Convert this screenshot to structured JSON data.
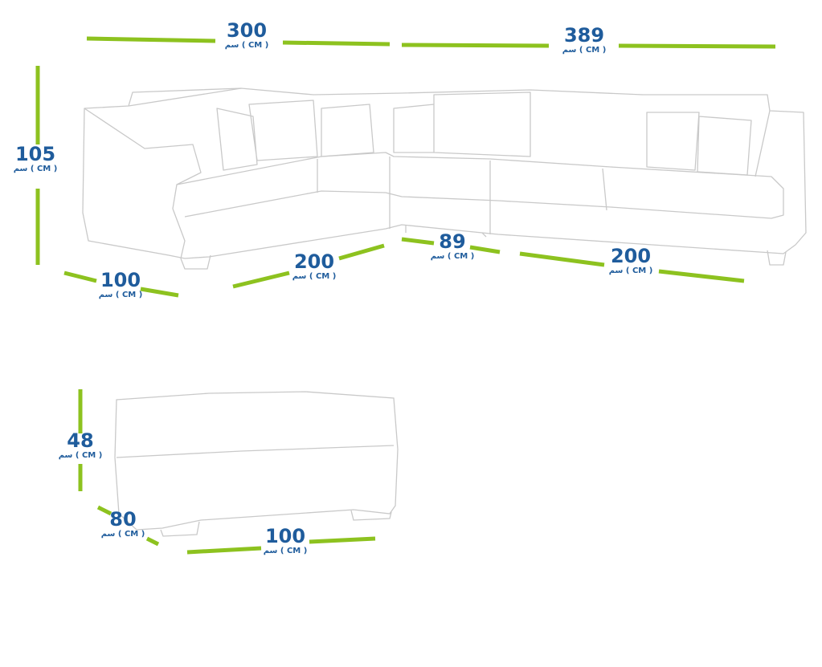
{
  "unit_label": "سم ( CM )",
  "colors": {
    "dimension_line": "#8dc21f",
    "dimension_text": "#1f5c9c",
    "sketch": "#c9c9c9"
  },
  "sofa": {
    "dimensions": [
      {
        "id": "top-left-width",
        "value": "300"
      },
      {
        "id": "top-right-width",
        "value": "389"
      },
      {
        "id": "height",
        "value": "105"
      },
      {
        "id": "arm-depth",
        "value": "100"
      },
      {
        "id": "left-seat",
        "value": "200"
      },
      {
        "id": "corner",
        "value": "89"
      },
      {
        "id": "right-seat",
        "value": "200"
      }
    ]
  },
  "ottoman": {
    "dimensions": [
      {
        "id": "height",
        "value": "48"
      },
      {
        "id": "depth",
        "value": "80"
      },
      {
        "id": "width",
        "value": "100"
      }
    ]
  }
}
